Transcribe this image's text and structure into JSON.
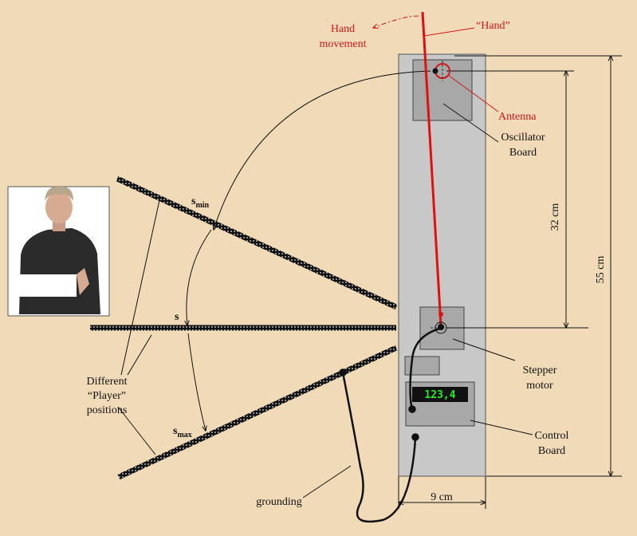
{
  "diagram": {
    "labels": {
      "hand_movement_line1": "Hand",
      "hand_movement_line2": "movement",
      "hand": "“Hand”",
      "antenna": "Antenna",
      "oscillator_line1": "Oscillator",
      "oscillator_line2": "Board",
      "stepper_line1": "Stepper",
      "stepper_line2": "motor",
      "control_line1": "Control",
      "control_line2": "Board",
      "player_line1": "Different",
      "player_line2": "“Player”",
      "player_line3": "positions",
      "grounding": "grounding",
      "s": "s",
      "s_min_base": "s",
      "s_min_sub": "min",
      "s_max_base": "s",
      "s_max_sub": "max",
      "dim_32": "32 cm",
      "dim_55": "55 cm",
      "dim_9": "9 cm"
    },
    "display_value": "123,4",
    "colors": {
      "background": "#f1dab8",
      "board": "#c8c8c8",
      "pcb": "#a8a8a8",
      "hand": "#e01010",
      "display_text": "#22ee22"
    },
    "icons": [
      "photo-of-presenter"
    ]
  }
}
